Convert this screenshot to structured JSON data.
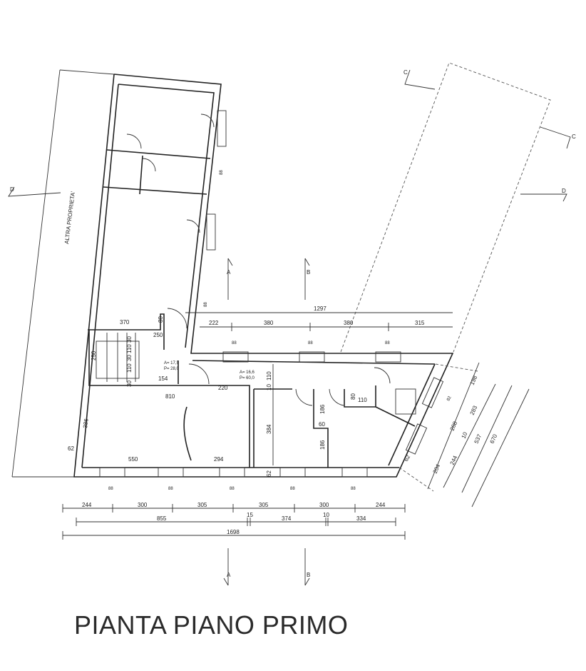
{
  "plan": {
    "title": "PIANTA PIANO PRIMO",
    "neighbor_label": "ALTRA PROPRIETA'",
    "section_markers": {
      "a": "A",
      "b": "B",
      "c": "C",
      "d": "D"
    },
    "rooms": {
      "stair_area": "A= 17,5",
      "stair_perimeter": "P= 28,0",
      "landing_area": "A= 16,6",
      "landing_perimeter": "P= 60,0"
    },
    "dimensions": {
      "interior": [
        "370",
        "250",
        "80",
        "250",
        "30",
        "110",
        "30",
        "110",
        "30",
        "154",
        "810",
        "220",
        "386",
        "62",
        "550",
        "294",
        "384",
        "62",
        "110",
        "10",
        "186",
        "60",
        "186",
        "80",
        "110",
        "62",
        "1297",
        "222",
        "380",
        "380",
        "315"
      ],
      "bottom_row1": [
        "244",
        "300",
        "305",
        "305",
        "300",
        "244"
      ],
      "bottom_row2": [
        "855",
        "15",
        "374",
        "10",
        "334"
      ],
      "bottom_total": "1698",
      "right_row1": [
        "198",
        "268",
        "204"
      ],
      "right_row2": [
        "283",
        "10",
        "244"
      ],
      "right_row3": "537",
      "right_total": "670",
      "window_labels": [
        "88",
        "88",
        "88",
        "88",
        "88",
        "88",
        "88",
        "88",
        "88",
        "88",
        "82"
      ]
    }
  }
}
